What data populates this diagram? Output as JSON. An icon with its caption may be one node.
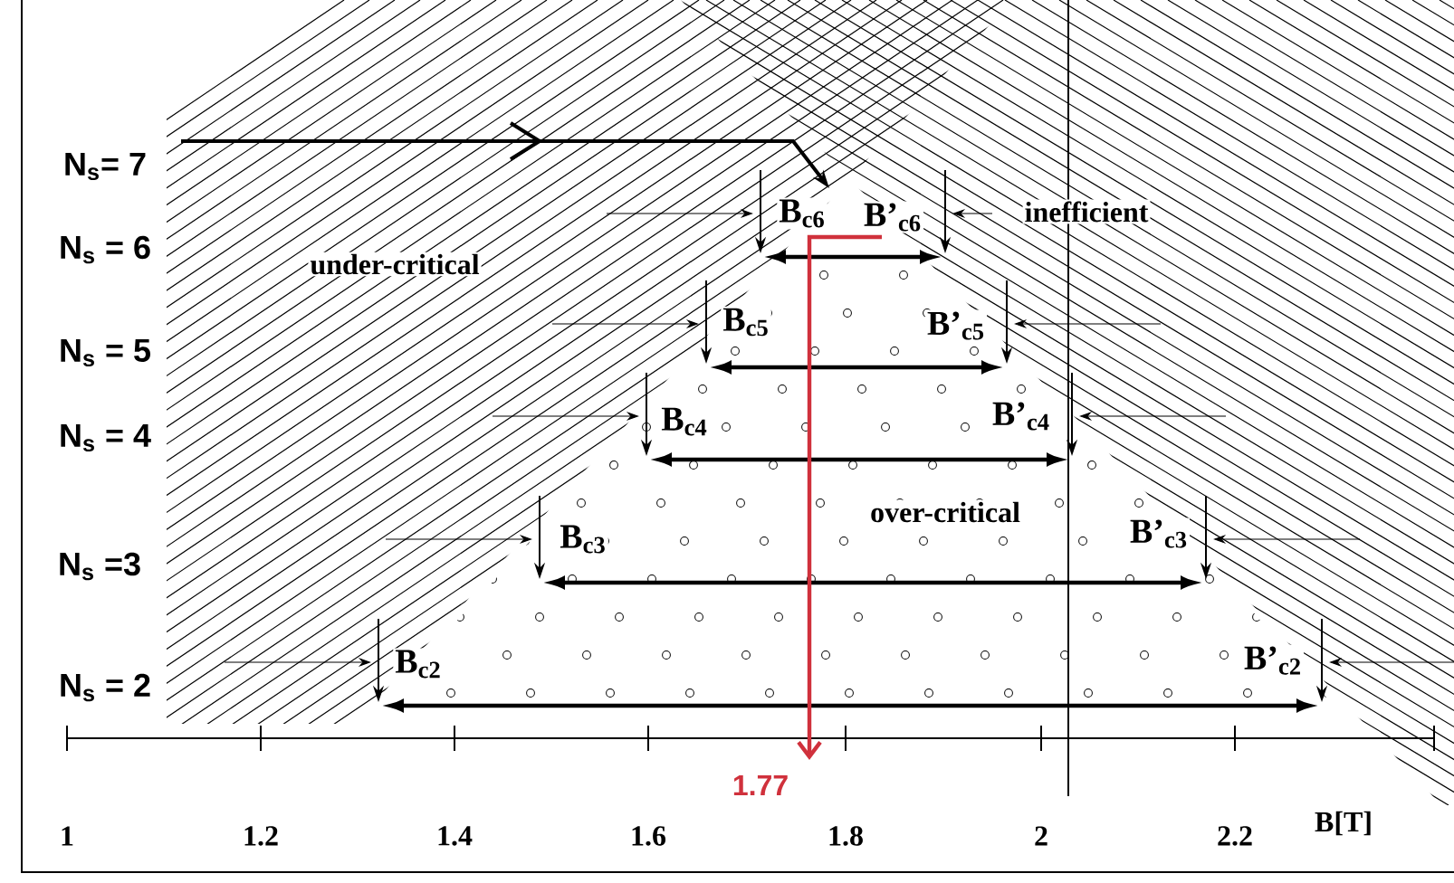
{
  "diagram": {
    "labels": [
      "N$_{s}$= 7",
      "B$_{c6}$",
      "B’$_{c6}$",
      "inefficient",
      "N$_{s}$ = 6",
      "under-critical",
      "N$_{s}$ = 5",
      "B$_{c5}$",
      "B’$_{c5}$",
      "N$_{s}$ = 4",
      "B$_{c4}$",
      "B’$_{c4}$",
      "over-critical",
      "N$_{s}$ =3",
      "B$_{c3}$",
      "B’$_{c3}$",
      "N$_{s}$ = 2",
      "B$_{c2}$",
      "B’$_{c2}$",
      "1",
      "1.2",
      "1.4",
      "1.6",
      "1.77",
      "1.8",
      "2",
      "2.2",
      "B[T]"
    ]
  }
}
